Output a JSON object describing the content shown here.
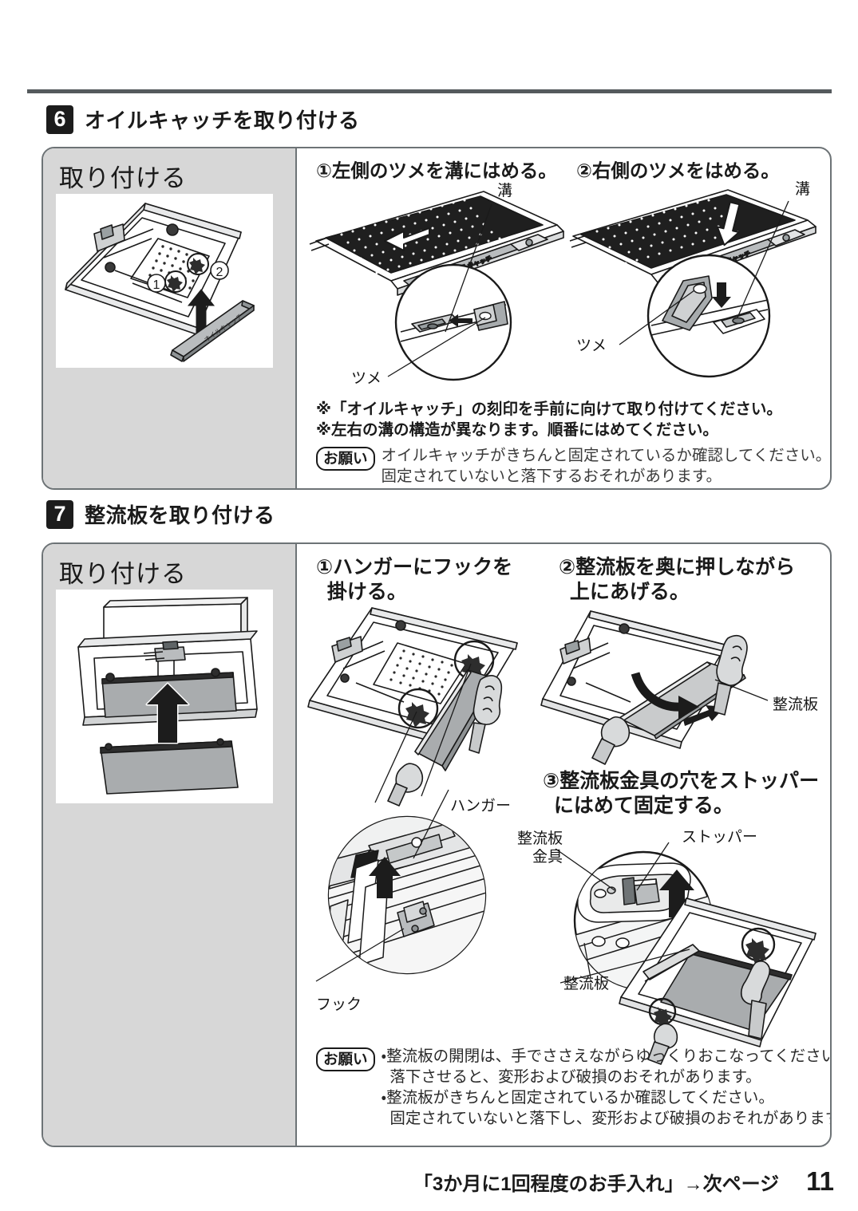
{
  "page": {
    "number": "11",
    "footer_note": "「3か月に1回程度のお手入れ」→次ページ"
  },
  "steps": [
    {
      "number": "6",
      "title": "オイルキャッチを取り付ける",
      "panel_label": "取り付ける",
      "instructions": [
        {
          "id": "s6-i1",
          "text": "①左側のツメを溝にはめる。"
        },
        {
          "id": "s6-i2",
          "text": "②右側のツメをはめる。"
        }
      ],
      "figure_labels": {
        "left_groove": "溝",
        "left_claw": "ツメ",
        "right_groove": "溝",
        "right_claw": "ツメ",
        "marker_1": "①",
        "marker_2": "②",
        "part_stamp": "オイルキャッチ"
      },
      "notes": [
        "※「オイルキャッチ」の刻印を手前に向けて取り付けてください。",
        "※左右の溝の構造が異なります。順番にはめてください。"
      ],
      "request": {
        "tag": "お願い",
        "lines": [
          "オイルキャッチがきちんと固定されているか確認してください。",
          "固定されていないと落下するおそれがあります。"
        ]
      }
    },
    {
      "number": "7",
      "title": "整流板を取り付ける",
      "panel_label": "取り付ける",
      "instructions": [
        {
          "id": "s7-i1",
          "text": "①ハンガーにフックを\n  掛ける。"
        },
        {
          "id": "s7-i2",
          "text": "②整流板を奥に押しながら\n  上にあげる。"
        },
        {
          "id": "s7-i3",
          "text": "③整流板金具の穴をストッパー\n  にはめて固定する。"
        }
      ],
      "figure_labels": {
        "hanger": "ハンガー",
        "hook": "フック",
        "rectifier_plate_right": "整流板",
        "rectifier_bracket": "整流板\n金具",
        "stopper": "ストッパー",
        "rectifier_plate_bottom": "整流板"
      },
      "request": {
        "tag": "お願い",
        "lines": [
          "・整流板の開閉は、手でささえながらゆっくりおこなってください。",
          "  落下させると、変形および破損のおそれがあります。",
          "・整流板がきちんと固定されているか確認してください。",
          "  固定されていないと落下し、変形および破損のおそれがあります。"
        ]
      }
    }
  ],
  "colors": {
    "rule": "#555a5d",
    "panel_border": "#6d7376",
    "panel_sidebar": "#d7d7d7",
    "badge_bg": "#1c1c1c",
    "metal_fill": "#b9bcbe",
    "light_fill": "#e8e9ea",
    "mesh_dark": "#2a2a2a"
  }
}
